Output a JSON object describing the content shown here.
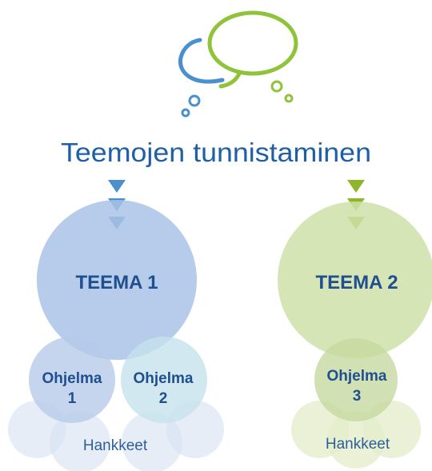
{
  "title": "Teemojen tunnistaminen",
  "themes": [
    {
      "label": "TEEMA 1",
      "programs": [
        {
          "line1": "Ohjelma",
          "line2": "1"
        },
        {
          "line1": "Ohjelma",
          "line2": "2"
        }
      ],
      "projects_label": "Hankkeet",
      "colors": {
        "arrow": "#4a90d0",
        "theme_circle": "#a9c3e6",
        "program_1": "#b7cbe9",
        "program_2": "#c5e2ec",
        "project": "#d6e1f2",
        "label": "#1f4f8f",
        "projects_text": "#2f5f9a"
      }
    },
    {
      "label": "TEEMA 2",
      "programs": [
        {
          "line1": "Ohjelma",
          "line2": "3"
        }
      ],
      "projects_label": "Hankkeet",
      "colors": {
        "arrow": "#8fb52a",
        "theme_circle": "#cfe0a8",
        "program_1": "#c6d9a0",
        "project": "#e3ecc9",
        "label": "#1f4f8f",
        "projects_text": "#2f5f9a"
      }
    }
  ],
  "icon": {
    "name": "thought-bubble-icon",
    "blue": "#4a90d0",
    "green": "#8fc43a"
  },
  "title_color": "#1f5fa8"
}
